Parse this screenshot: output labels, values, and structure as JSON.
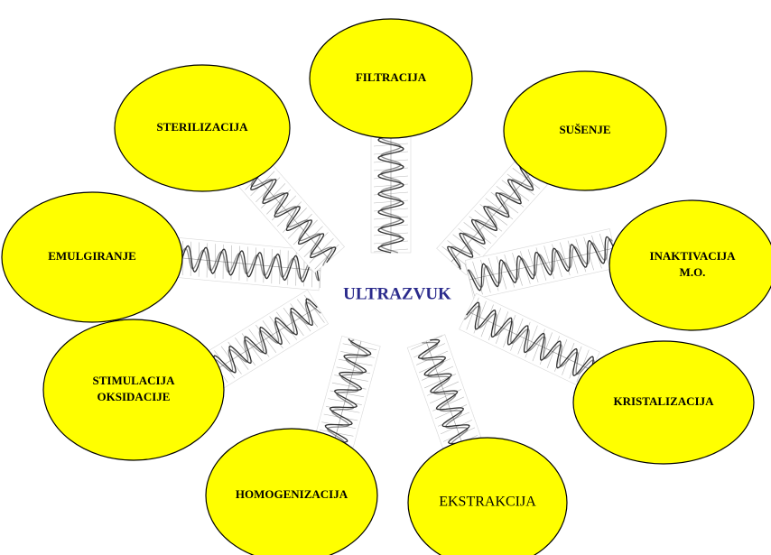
{
  "diagram": {
    "center": {
      "label": "ULTRAZVUK",
      "color": "#2b2b8c"
    },
    "node_color": "#ffff00",
    "nodes": [
      {
        "id": "filtracija",
        "lines": [
          "FILTRACIJA"
        ]
      },
      {
        "id": "susenje",
        "lines": [
          "SUŠENJE"
        ]
      },
      {
        "id": "inaktivacija",
        "lines": [
          "INAKTIVACIJA",
          "M.O."
        ]
      },
      {
        "id": "kristalizacija",
        "lines": [
          "KRISTALIZACIJA"
        ]
      },
      {
        "id": "ekstrakcija",
        "lines": [
          "EKSTRAKCIJA"
        ]
      },
      {
        "id": "homogenizacija",
        "lines": [
          "HOMOGENIZACIJA"
        ]
      },
      {
        "id": "stimulacija",
        "lines": [
          "STIMULACIJA",
          "OKSIDACIJE"
        ]
      },
      {
        "id": "emulgiranje",
        "lines": [
          "EMULGIRANJE"
        ]
      },
      {
        "id": "sterilizacija",
        "lines": [
          "STERILIZACIJA"
        ]
      }
    ]
  }
}
